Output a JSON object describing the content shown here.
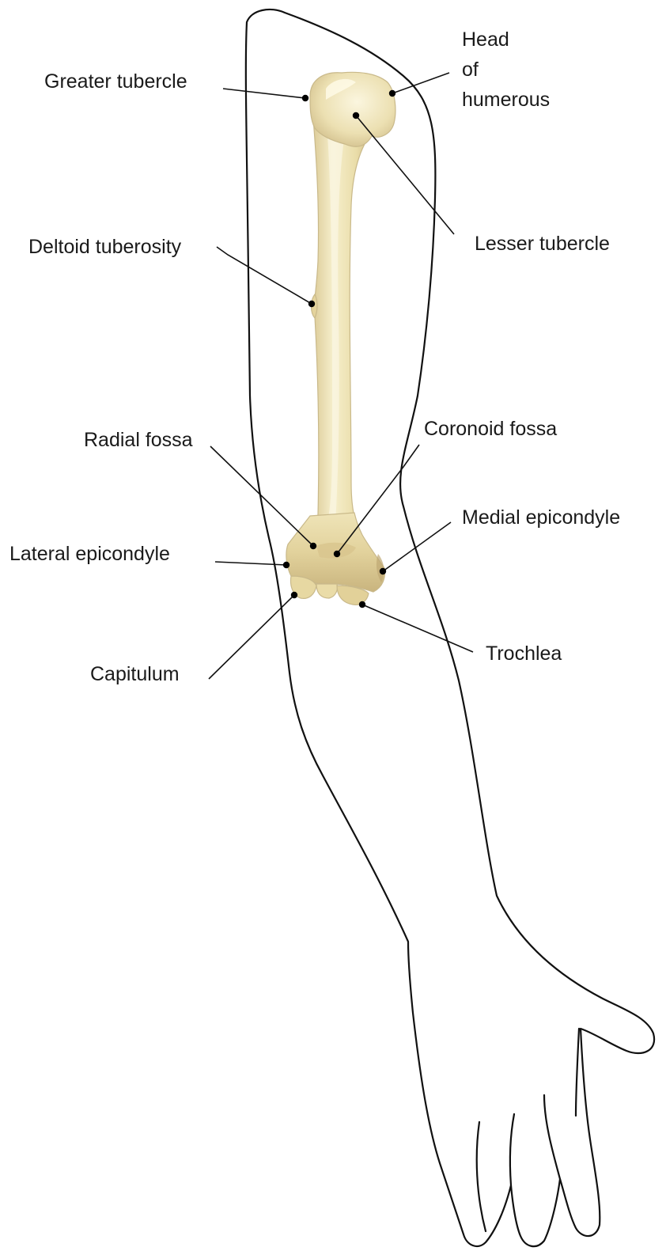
{
  "colors": {
    "bone_light": "#f4ecc6",
    "bone_mid": "#e6d8a2",
    "bone_shade": "#c9b784",
    "outline": "#111111",
    "label_text": "#1a1a1a"
  },
  "labels": {
    "greater_tubercle": "Greater tubercle",
    "head_line1": "Head",
    "head_line2": "of",
    "head_line3": "humerous",
    "lesser_tubercle": "Lesser tubercle",
    "deltoid_tuberosity": "Deltoid tuberosity",
    "radial_fossa": "Radial fossa",
    "coronoid_fossa": "Coronoid fossa",
    "medial_epicondyle": "Medial epicondyle",
    "lateral_epicondyle": "Lateral epicondyle",
    "capitulum": "Capitulum",
    "trochlea": "Trochlea"
  }
}
